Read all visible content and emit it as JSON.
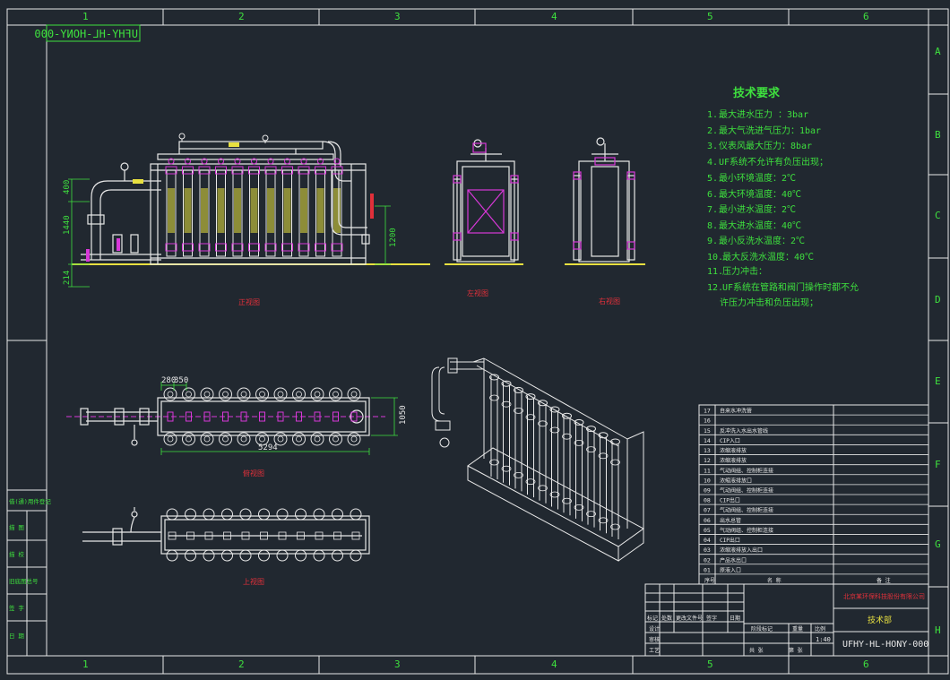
{
  "colors": {
    "background": "#212830",
    "frame": "#e8e8e8",
    "notes": "#3ee03e",
    "dimension": "#3ee03e",
    "pipe": "#e8e8e8",
    "membrane_band": "#e8e040",
    "fitting": "#d838d8",
    "accent_red": "#e0303a",
    "caption": "#e0303a"
  },
  "grid": {
    "columns": [
      "1",
      "2",
      "3",
      "4",
      "5",
      "6"
    ],
    "rows": [
      "A",
      "B",
      "C",
      "D",
      "E",
      "F",
      "G",
      "H"
    ]
  },
  "drawing_number_mirrored": "UFHY-HL-HONY-000",
  "views": {
    "front_caption": "正视图",
    "left_caption": "左视图",
    "right_caption": "右视图",
    "plan_caption": "俯视图",
    "top_caption": "上视图",
    "dim_400": "400",
    "dim_1440": "1440",
    "dim_214": "214",
    "dim_1200": "1200",
    "dim_280": "280",
    "dim_350": "350",
    "dim_5294": "5294",
    "dim_1050": "1050"
  },
  "notes": {
    "title": "技术要求",
    "items": [
      {
        "no": "1.",
        "text": "最大进水压力 ：3bar"
      },
      {
        "no": "2.",
        "text": "最大气洗进气压力：1bar"
      },
      {
        "no": "3.",
        "text": "仪表风最大压力：8bar"
      },
      {
        "no": "4.",
        "text": "UF系统不允许有负压出现；"
      },
      {
        "no": "5.",
        "text": "最小环境温度：2℃"
      },
      {
        "no": "6.",
        "text": "最大环境温度：40℃"
      },
      {
        "no": "7.",
        "text": "最小进水温度：2℃"
      },
      {
        "no": "8.",
        "text": "最大进水温度：40℃"
      },
      {
        "no": "9.",
        "text": "最小反洗水温度：2℃"
      },
      {
        "no": "10.",
        "text": "最大反洗水温度：40℃"
      },
      {
        "no": "11.",
        "text": "压力冲击："
      },
      {
        "no": "12.",
        "text": "UF系统在管路和阀门操作时都不允"
      },
      {
        "no": "",
        "text": "许压力冲击和负压出现；"
      }
    ]
  },
  "left_block": {
    "rows": [
      "借(通)用件登记",
      "描 图",
      "描 校",
      "旧底图总号",
      "签 字",
      "日 期"
    ]
  },
  "parts_list": {
    "rows": [
      {
        "no": "17",
        "name": "自来水冲洗管"
      },
      {
        "no": "16",
        "name": ""
      },
      {
        "no": "15",
        "name": "反冲洗入水出水管线"
      },
      {
        "no": "14",
        "name": "CIP入口"
      },
      {
        "no": "13",
        "name": "浓缩液排放"
      },
      {
        "no": "12",
        "name": "浓缩液排放"
      },
      {
        "no": "11",
        "name": "气动阀组、控制柜连接"
      },
      {
        "no": "10",
        "name": "浓缩液排放口"
      },
      {
        "no": "09",
        "name": "气动阀组、控制柜连接"
      },
      {
        "no": "08",
        "name": "CIP出口"
      },
      {
        "no": "07",
        "name": "气动阀组、控制柜连接"
      },
      {
        "no": "06",
        "name": "出水总管"
      },
      {
        "no": "05",
        "name": "气动阀组、控制柜连接"
      },
      {
        "no": "04",
        "name": "CIP出口"
      },
      {
        "no": "03",
        "name": "浓缩液排放入出口"
      },
      {
        "no": "02",
        "name": "产品水出口"
      },
      {
        "no": "01",
        "name": "原液入口"
      }
    ],
    "header_no": "序号",
    "header_name": "名 称",
    "header_note": "备 注"
  },
  "title_block": {
    "company": "北京某环保科技股份有限公司",
    "drawing_title": "技术部",
    "drawing_number": "UFHY-HL-HONY-000",
    "scale": "1:40",
    "labels": {
      "mark": "标记",
      "count": "处数",
      "doc_no": "更改文件号",
      "sign": "签字",
      "date": "日期",
      "design": "设计",
      "check": "审核",
      "process": "工艺",
      "stage_mark": "阶段标记",
      "weight": "重量",
      "ratio": "比例",
      "sheets": "共 张",
      "sheet": "第 张"
    }
  }
}
